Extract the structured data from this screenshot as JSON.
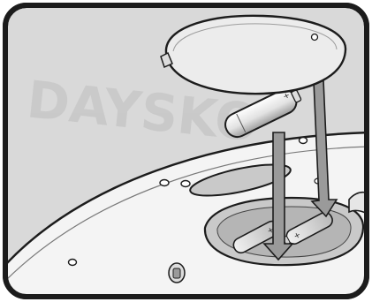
{
  "figure": {
    "kind": "battery-installation-illustration",
    "style": "grayscale line art",
    "colors": {
      "background": "#ffffff",
      "panel_fill": "#d9d9d9",
      "panel_stroke": "#1c1c1c",
      "body_fill": "#f4f4f4",
      "cover_fill": "#ececec",
      "arrow_fill": "#9a9a9a",
      "recess_fill": "#c9c9c9",
      "background_text_fill": "#c6c6c6"
    },
    "battery_labels": {
      "plus": "+"
    },
    "background_text": "DAYSKO"
  }
}
